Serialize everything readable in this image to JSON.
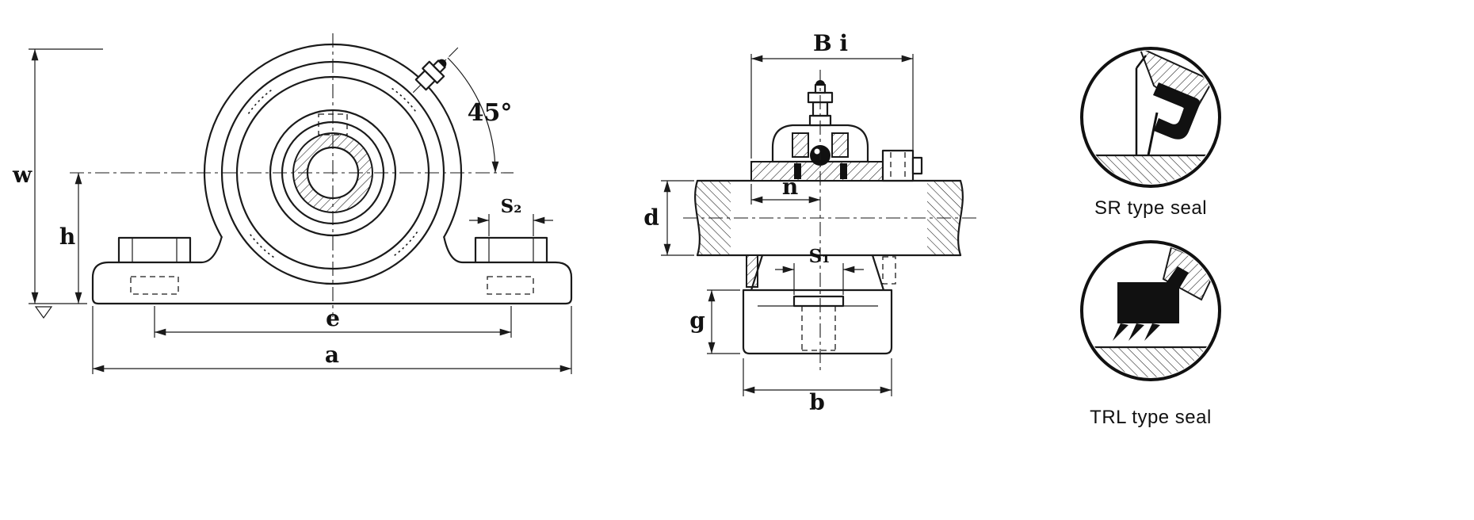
{
  "drawing": {
    "front_view": {
      "dims": {
        "w": "w",
        "h": "h",
        "e": "e",
        "a": "a",
        "s2": "S₂",
        "angle": "45°"
      }
    },
    "side_view": {
      "dims": {
        "bi": "B i",
        "n": "n",
        "d": "d",
        "s1": "S₁",
        "g": "g",
        "b": "b"
      }
    },
    "seal_details": [
      {
        "label": "SR type seal"
      },
      {
        "label": "TRL type seal"
      }
    ]
  },
  "colors": {
    "line": "#1a1a1a",
    "seal_fill": "#111111",
    "background": "#ffffff"
  }
}
